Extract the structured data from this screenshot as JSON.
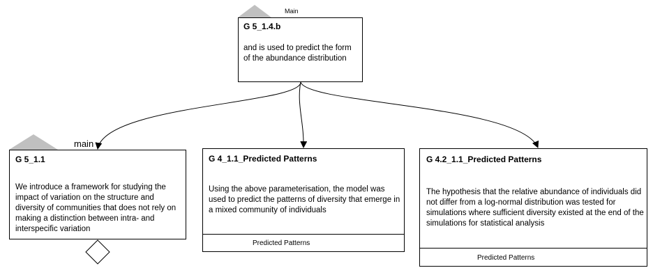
{
  "nodes": {
    "top": {
      "id": "G 5_1.4.b",
      "text": "and is used to predict the form of the abundance distribution",
      "tab_label": "Main"
    },
    "left": {
      "id": "G 5_1.1",
      "text": "We introduce a framework for studying the impact of variation on the structure and diversity of communities that does not rely on making a distinction between intra- and interspecific variation",
      "tab_label": "main"
    },
    "middle": {
      "id": "G 4_1.1_Predicted Patterns",
      "text": "Using the above parameterisation, the model was used to predict the patterns of diversity that emerge in a mixed community of individuals",
      "module_label": "Predicted Patterns"
    },
    "right": {
      "id": "G 4.2_1.1_Predicted Patterns",
      "text": "The hypothesis that the relative abundance of individuals did not differ from a log-normal distribution was tested for simulations where sufficient diversity existed at the end of the simulations for statistical analysis",
      "module_label": "Predicted Patterns"
    }
  }
}
